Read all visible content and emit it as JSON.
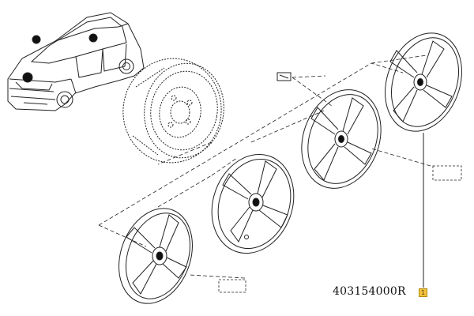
{
  "part_reference": "403154000R",
  "callout_number": "1",
  "colors": {
    "line": "#222222",
    "callout_fill": "#f2c43d",
    "callout_border": "#b58a10"
  },
  "parts": [
    "car",
    "steel-wheel",
    "wheel-cover"
  ]
}
